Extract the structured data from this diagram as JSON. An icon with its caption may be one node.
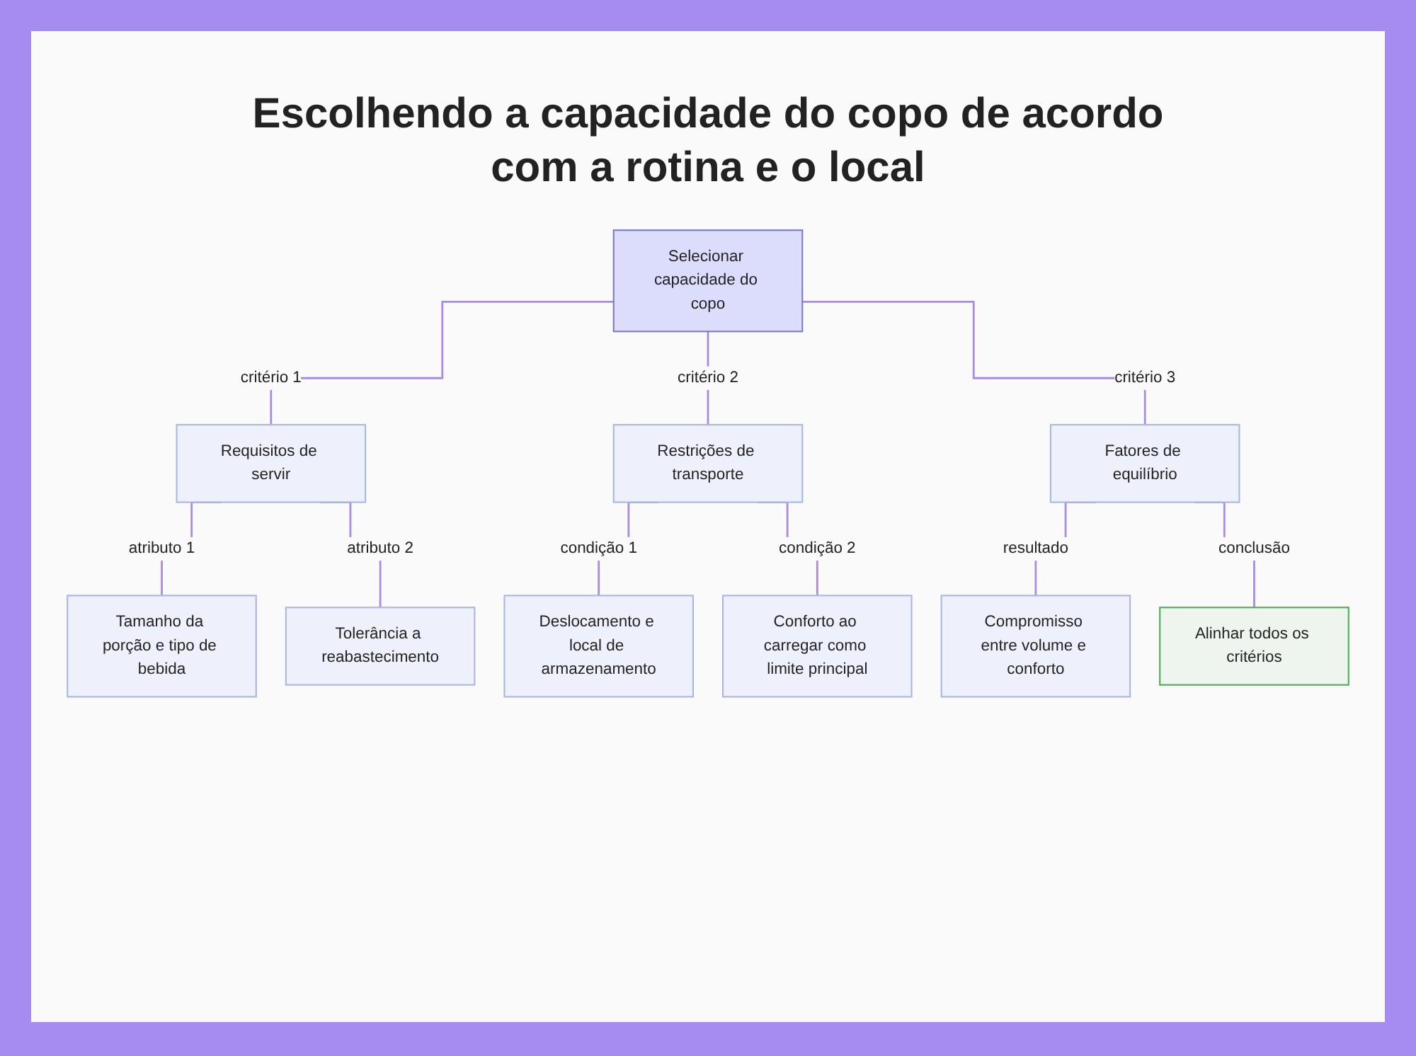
{
  "diagram": {
    "title": "Escolhendo a capacidade do copo de acordo com a rotina e o local",
    "nodes": [
      {
        "text": [
          "Selecionar capacidade do copo"
        ]
      },
      {
        "text": [
          "Requisitos de servir"
        ]
      },
      {
        "text": [
          "Restrições de transporte"
        ]
      },
      {
        "text": [
          "Fatores de equilíbrio"
        ]
      },
      {
        "text": [
          "Tamanho da porção e tipo de bebida"
        ]
      },
      {
        "text": [
          "Tolerância a reabastecimento"
        ]
      },
      {
        "text": [
          "Deslocamento e local de armazenamento"
        ]
      },
      {
        "text": [
          "Conforto ao carregar como limite principal"
        ]
      },
      {
        "text": [
          "Compromisso entre volume e conforto"
        ]
      },
      {
        "text": [
          "Alinhar todos os critérios"
        ]
      }
    ],
    "edges": [
      {
        "from": 0,
        "to": 1,
        "arrow": "none",
        "label": "critério 1"
      },
      {
        "from": 0,
        "to": 2,
        "arrow": "none",
        "label": "critério 2"
      },
      {
        "from": 0,
        "to": 3,
        "arrow": "none",
        "label": "critério 3"
      },
      {
        "from": 1,
        "to": 4,
        "arrow": "none",
        "label": "atributo 1"
      },
      {
        "from": 1,
        "to": 5,
        "arrow": "none",
        "label": "atributo 2"
      },
      {
        "from": 2,
        "to": 6,
        "arrow": "none",
        "label": "condição 1"
      },
      {
        "from": 2,
        "to": 7,
        "arrow": "none",
        "label": "condição 2"
      },
      {
        "from": 3,
        "to": 8,
        "arrow": "none",
        "label": "resultado"
      },
      {
        "from": 3,
        "to": 9,
        "arrow": "none",
        "label": "conclusão"
      }
    ]
  }
}
